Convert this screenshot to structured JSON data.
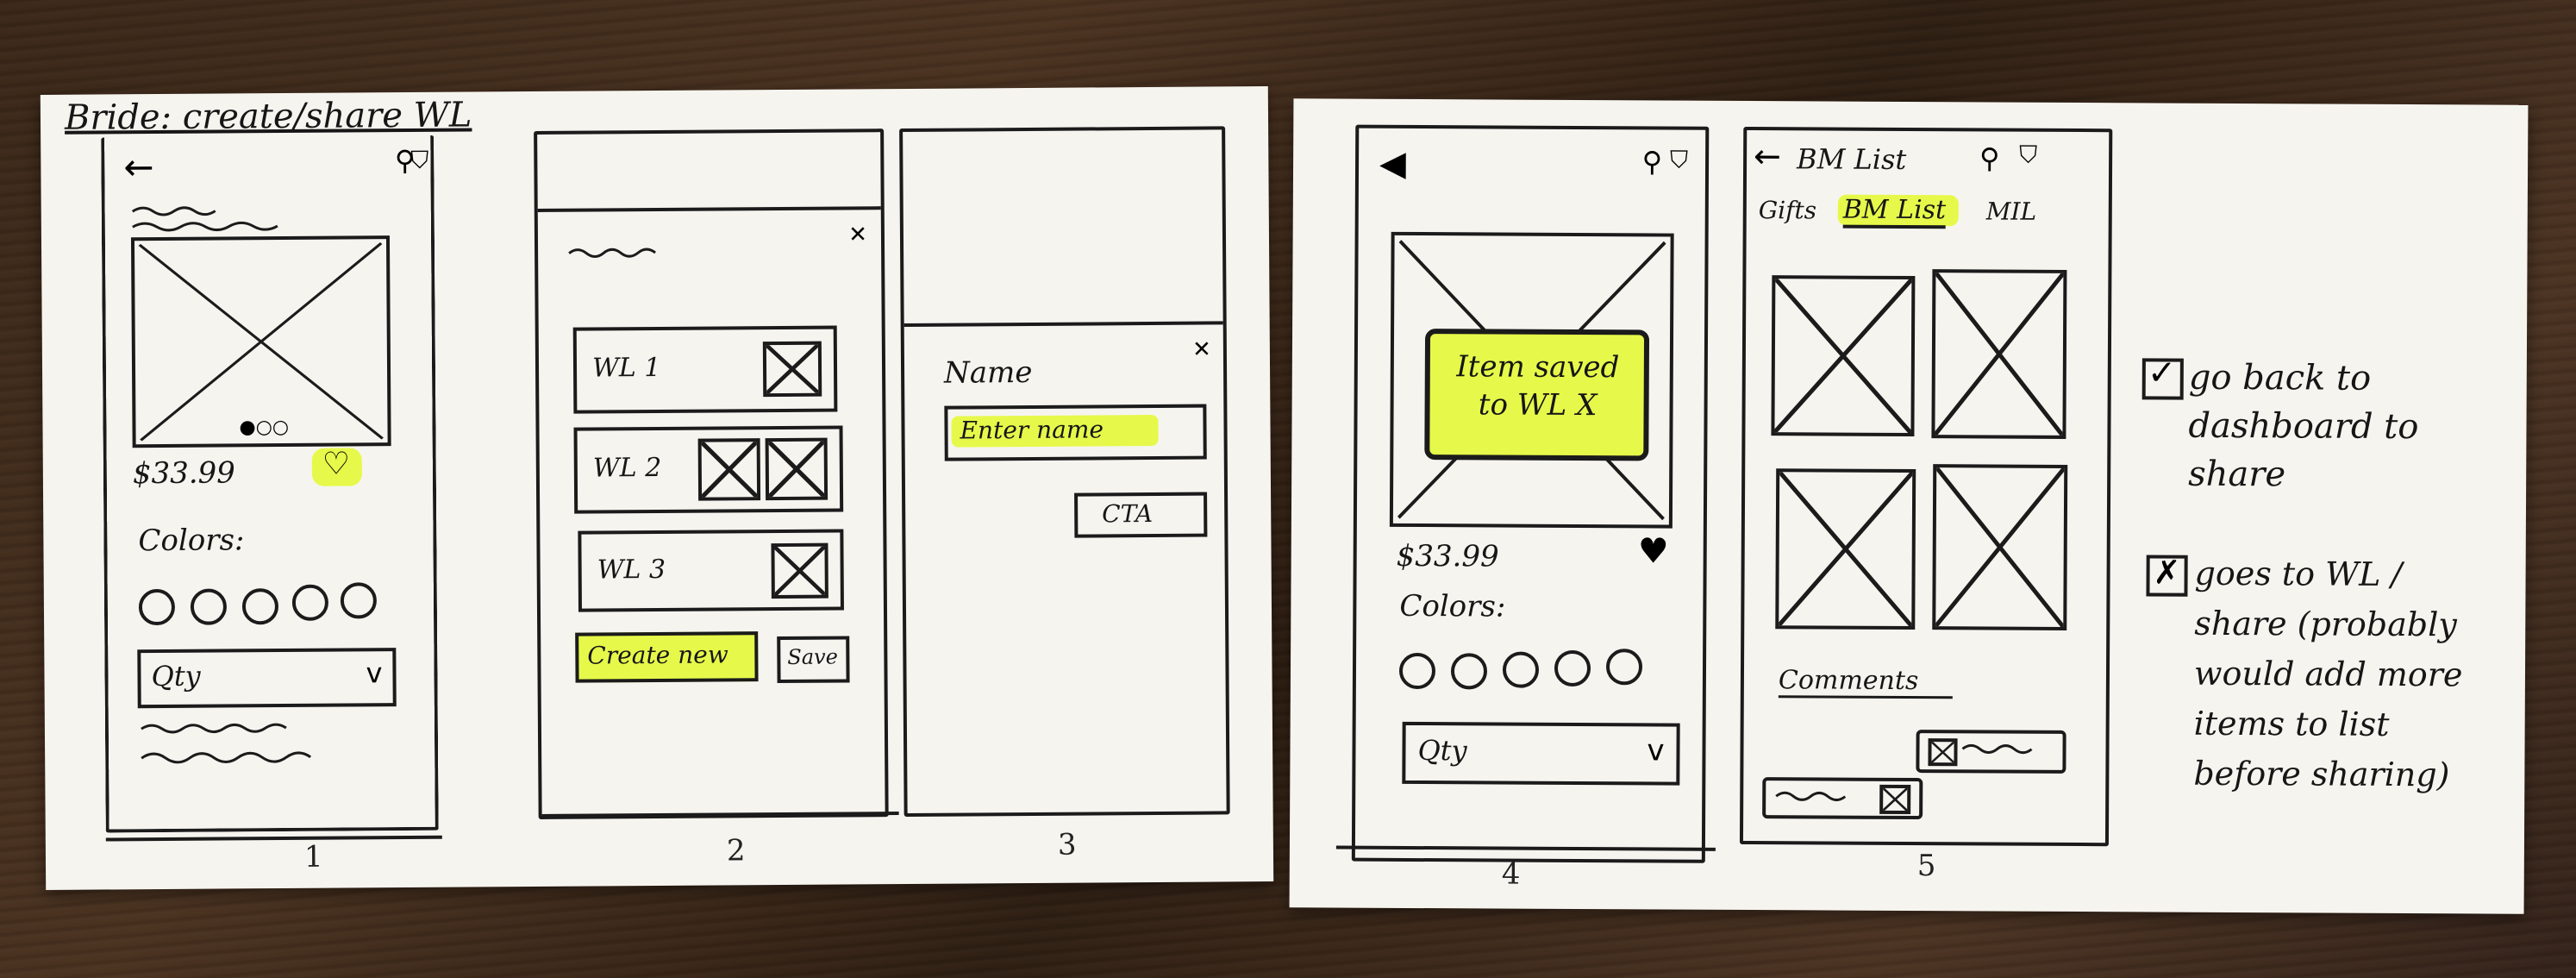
{
  "left_sheet": {
    "title": "Bride: create/share WL",
    "screen1": {
      "price": "$33.99",
      "colors_label": "Colors:",
      "qty_label": "Qty",
      "caption": "1"
    },
    "screen2": {
      "lists": [
        "WL 1",
        "WL 2",
        "WL 3"
      ],
      "create_new": "Create new",
      "save": "Save",
      "caption": "2"
    },
    "screen3": {
      "name_label": "Name",
      "placeholder": "Enter name",
      "cta": "CTA",
      "caption": "3"
    }
  },
  "right_sheet": {
    "screen4": {
      "toast": "Item saved to WL X",
      "price": "$33.99",
      "colors_label": "Colors:",
      "qty_label": "Qty",
      "caption": "4"
    },
    "screen5": {
      "header_title": "BM List",
      "tabs": [
        "Gifts",
        "BM List",
        "MIL"
      ],
      "comments_label": "Comments",
      "caption": "5"
    },
    "notes": [
      "go back to dashboard to share",
      "goes to WL / share (probably would add more items to list before sharing)"
    ]
  },
  "colors": {
    "highlight": "#e6f94a",
    "ink": "#1b1b1b",
    "paper": "#f6f4ef"
  }
}
